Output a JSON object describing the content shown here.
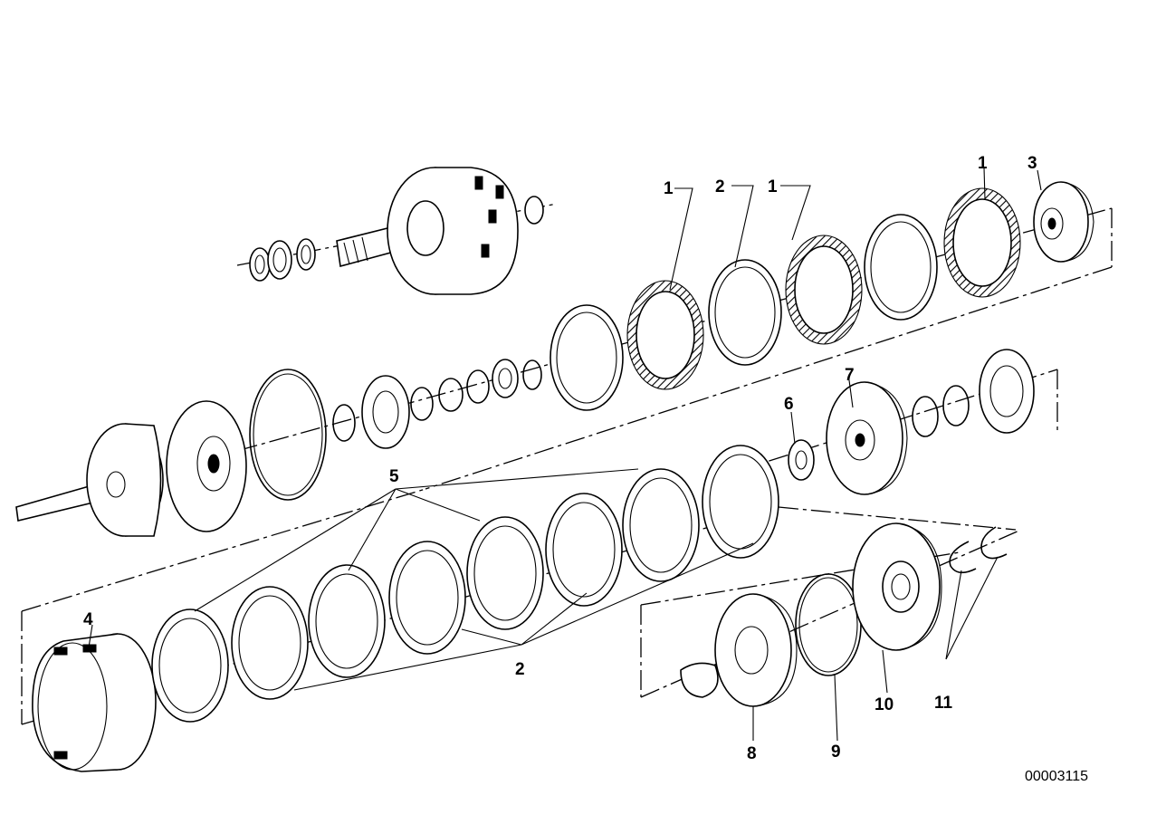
{
  "diagram": {
    "reference_number": "00003115",
    "callouts": [
      {
        "id": "c1a",
        "text": "1"
      },
      {
        "id": "c2a",
        "text": "2"
      },
      {
        "id": "c1b",
        "text": "1"
      },
      {
        "id": "c1c",
        "text": "1"
      },
      {
        "id": "c3",
        "text": "3"
      },
      {
        "id": "c6",
        "text": "6"
      },
      {
        "id": "c7",
        "text": "7"
      },
      {
        "id": "c5",
        "text": "5"
      },
      {
        "id": "c4",
        "text": "4"
      },
      {
        "id": "c2b",
        "text": "2"
      },
      {
        "id": "c8",
        "text": "8"
      },
      {
        "id": "c9",
        "text": "9"
      },
      {
        "id": "c10",
        "text": "10"
      },
      {
        "id": "c11",
        "text": "11"
      }
    ]
  }
}
